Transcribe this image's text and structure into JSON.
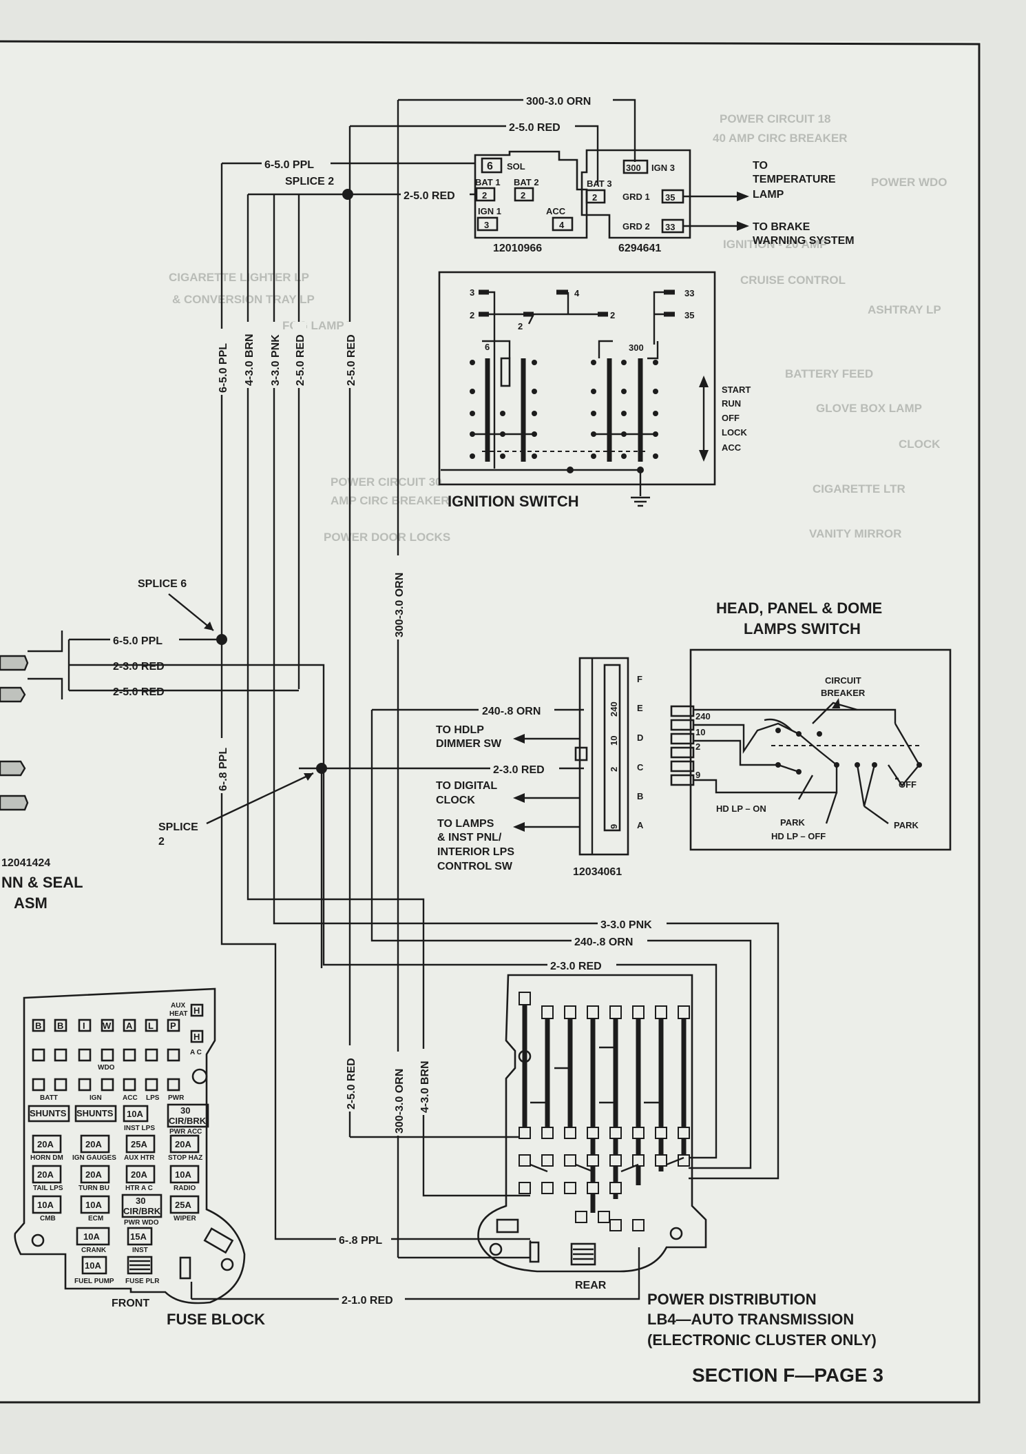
{
  "wires": {
    "w300_top": "300-3.0 ORN",
    "w2red_top": "2-5.0 RED",
    "w6ppl_top": "6-5.0 PPL",
    "w2red_splice2": "2-5.0 RED",
    "v6ppl": "6-5.0 PPL",
    "v4brn": "4-3.0 BRN",
    "v3pnk": "3-3.0 PNK",
    "v2red_a": "2-5.0 RED",
    "v2red_b": "2-5.0 RED",
    "v300_mid": "300-3.0 ORN",
    "left_6ppl": "6-5.0 PPL",
    "left_2red3": "2-3.0 RED",
    "left_2red5": "2-5.0 RED",
    "v6ppl8": "6-.8 PPL",
    "w240_orn": "240-.8 ORN",
    "w2red3_mid": "2-3.0 RED",
    "b3pnk": "3-3.0 PNK",
    "b240orn": "240-.8 ORN",
    "b2red3": "2-3.0 RED",
    "v2red_low": "2-5.0 RED",
    "v300_low": "300-3.0 ORN",
    "v4brn_low": "4-3.0 BRN",
    "b6ppl8": "6-.8 PPL",
    "b2red1": "2-1.0 RED"
  },
  "splices": {
    "splice2_top": "SPLICE 2",
    "splice6": "SPLICE 6",
    "splice2_low_a": "SPLICE",
    "splice2_low_b": "2"
  },
  "connector1": {
    "part": "12010966",
    "sol_num": "6",
    "sol": "SOL",
    "bat1": "BAT 1",
    "bat2": "BAT 2",
    "bat1_num": "2",
    "bat2_num": "2",
    "ign1": "IGN 1",
    "acc": "ACC",
    "ign1_num": "3",
    "acc_num": "4"
  },
  "connector2": {
    "part": "6294641",
    "ign3_num": "300",
    "ign3": "IGN 3",
    "bat3": "BAT 3",
    "bat3_num": "2",
    "grd1": "GRD 1",
    "grd1_num": "35",
    "grd2": "GRD 2",
    "grd2_num": "33"
  },
  "targets": {
    "temp_a": "TO",
    "temp_b": "TEMPERATURE",
    "temp_c": "LAMP",
    "brake_a": "TO BRAKE",
    "brake_b": "WARNING SYSTEM"
  },
  "ignition": {
    "title": "IGNITION SWITCH",
    "t3": "3",
    "t2a": "2",
    "t2b": "2",
    "t4": "4",
    "t2c": "2",
    "t6": "6",
    "t300": "300",
    "t33": "33",
    "t35": "35",
    "pos_start": "START",
    "pos_run": "RUN",
    "pos_off": "OFF",
    "pos_lock": "LOCK",
    "pos_acc": "ACC"
  },
  "left_labels": {
    "part": "12041424",
    "line1": "NN & SEAL",
    "line2": "ASM"
  },
  "headlamp_switch": {
    "title1": "HEAD, PANEL & DOME",
    "title2": "LAMPS SWITCH",
    "cb1": "CIRCUIT",
    "cb2": "BREAKER",
    "p240": "240",
    "p10": "10",
    "p2": "2",
    "p9": "9",
    "hdlp_on": "HD LP – ON",
    "park1": "PARK",
    "hdlp_off": "HD LP – OFF",
    "park2": "PARK",
    "off": "OFF"
  },
  "cluster_connector": {
    "part": "12034061",
    "F": "F",
    "E": "E",
    "D": "D",
    "C": "C",
    "B": "B",
    "A": "A",
    "c240": "240",
    "c10": "10",
    "c2": "2",
    "c9": "9",
    "to_hdlp1": "TO HDLP",
    "to_hdlp2": "DIMMER SW",
    "to_clock1": "TO DIGITAL",
    "to_clock2": "CLOCK",
    "to_lamps1": "TO LAMPS",
    "to_lamps2": "& INST PNL/",
    "to_lamps3": "INTERIOR LPS",
    "to_lamps4": "CONTROL SW"
  },
  "fuse_block": {
    "title": "FUSE BLOCK",
    "front": "FRONT",
    "aux1": "AUX",
    "aux2": "HEAT",
    "H": "H",
    "H2": "H",
    "ac": "A C",
    "rowB1": "B",
    "rowB2": "B",
    "rowI": "I",
    "rowW": "W",
    "rowA": "A",
    "rowL": "L",
    "rowP": "P",
    "wdo": "WDO",
    "batt": "BATT",
    "ign": "IGN",
    "acc": "ACC",
    "lps": "LPS",
    "pwr": "PWR",
    "shunts1": "SHUNTS",
    "shunts2": "SHUNTS",
    "f10a_inst": "10A",
    "inst_lps": "INST LPS",
    "f30": "30",
    "cirbrk": "CIR/BRK",
    "pwr_acc": "PWR ACC",
    "f20a_horn": "20A",
    "horn_dm": "HORN DM",
    "f20a_gauges": "20A",
    "ign_gauges": "IGN GAUGES",
    "f25a_aux": "25A",
    "aux_htr": "AUX HTR",
    "f20a_stop": "20A",
    "stop_haz": "STOP HAZ",
    "f20a_tail": "20A",
    "tail_lps": "TAIL LPS",
    "f20a_turn": "20A",
    "turn_bu": "TURN BU",
    "f20a_htr": "20A",
    "htr_ac": "HTR A C",
    "f10a_radio": "10A",
    "radio": "RADIO",
    "f10a_cmb": "10A",
    "cmb": "CMB",
    "f10a_ecm": "10A",
    "ecm": "ECM",
    "f30b": "30",
    "cirbrk2": "CIR/BRK",
    "pwr_wdo": "PWR WDO",
    "f25a_wiper": "25A",
    "wiper": "WIPER",
    "f10a_crank": "10A",
    "crank": "CRANK",
    "f15a_inst": "15A",
    "inst": "INST",
    "f10a_fuel": "10A",
    "fuel_pump": "FUEL PUMP",
    "fuse_plr": "FUSE PLR"
  },
  "power_dist": {
    "rear": "REAR",
    "title1": "POWER DISTRIBUTION",
    "title2": "LB4—AUTO TRANSMISSION",
    "title3": "(ELECTRONIC CLUSTER ONLY)"
  },
  "footer": {
    "section": "SECTION F—PAGE 3"
  },
  "ghost_text": {
    "g1": "POWER CIRCUIT 18",
    "g2": "40 AMP CIRC BREAKER",
    "g3": "POWER WDO",
    "g4": "IGNITION - 20 AMP",
    "g5": "CRUISE CONTROL",
    "g6": "ASHTRAY LP",
    "g7": "BATTERY FEED",
    "g8": "GLOVE BOX LAMP",
    "g9": "CLOCK",
    "g10": "CIGARETTE LTR",
    "g11": "VANITY MIRROR",
    "g12": "POWER CIRCUIT 30",
    "g13": "AMP CIRC BREAKER",
    "g14": "POWER DOOR LOCKS",
    "g15": "CIGARETTE LIGHTER LP",
    "g16": "& CONVERSION TRAY LP",
    "g17": "FOG LAMPS"
  }
}
